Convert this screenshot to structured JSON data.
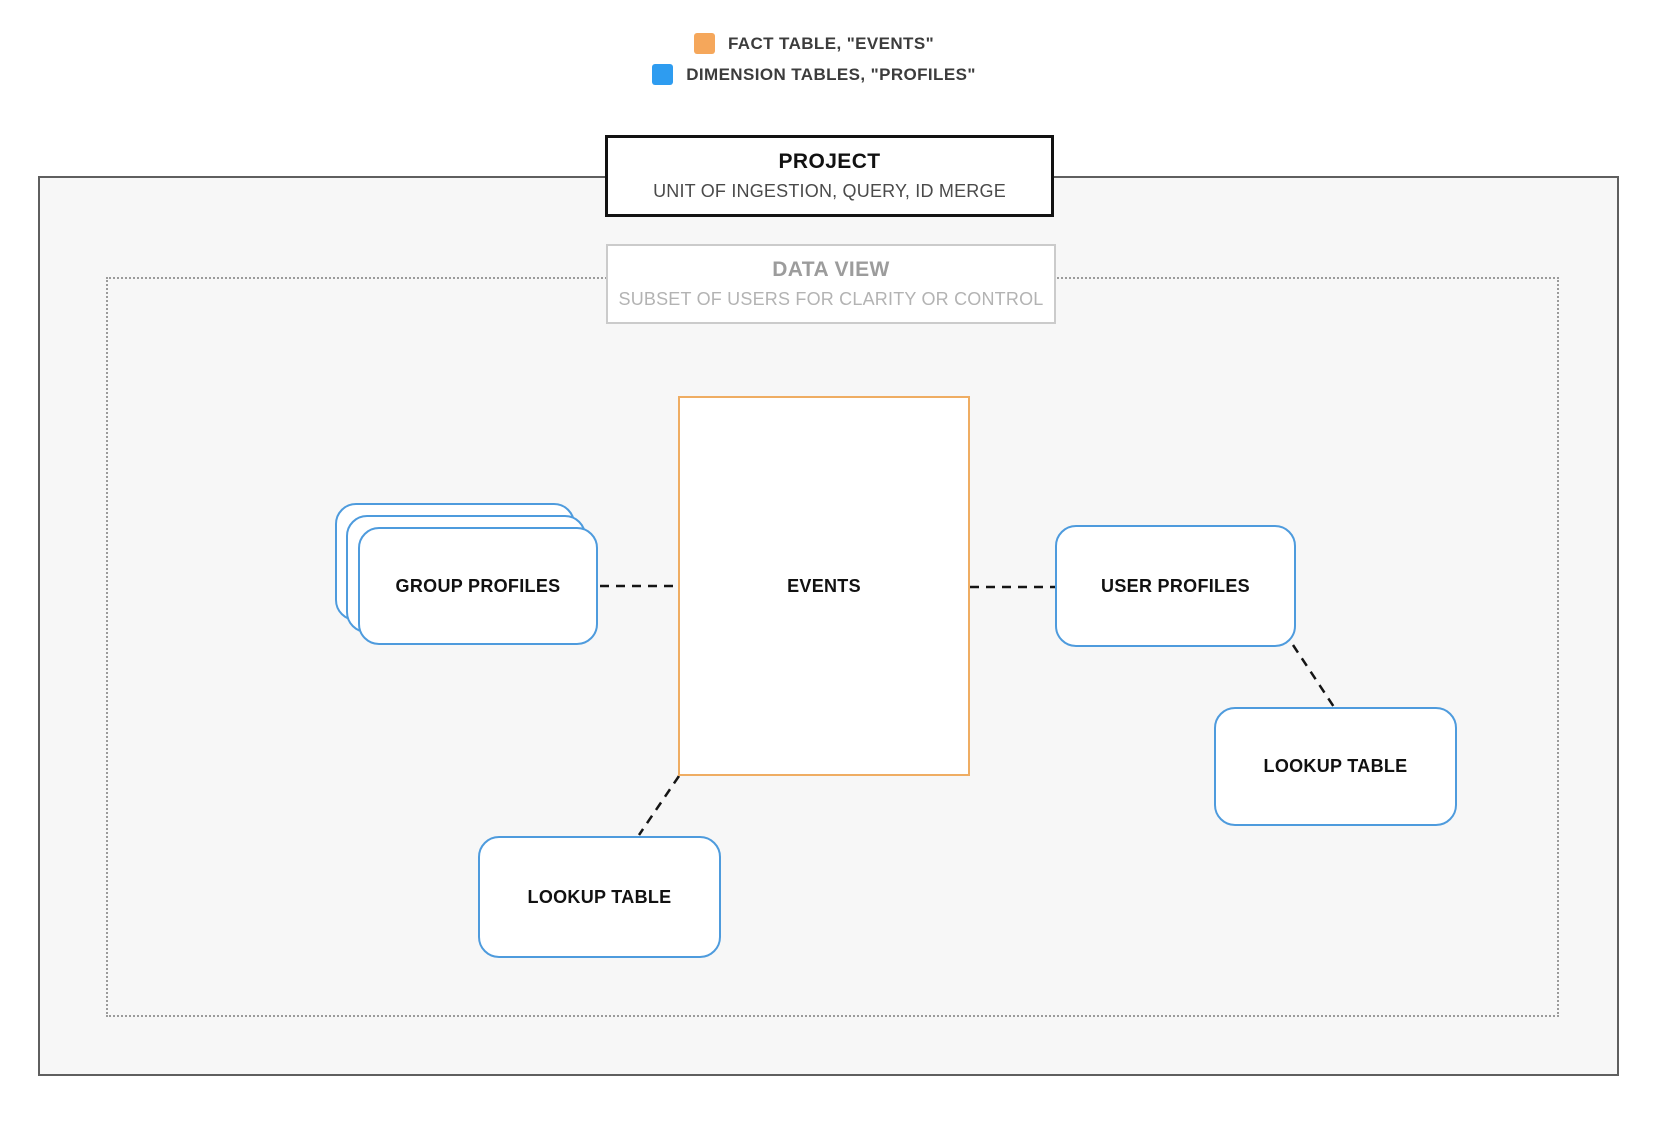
{
  "legend": {
    "items": [
      {
        "id": "fact",
        "label": "FACT TABLE, \"EVENTS\"",
        "swatch_color": "#F5A75B"
      },
      {
        "id": "dimension",
        "label": "DIMENSION TABLES, \"PROFILES\"",
        "swatch_color": "#2E9CF0"
      }
    ]
  },
  "frames": {
    "project": {
      "title": "PROJECT",
      "subtitle": "UNIT OF INGESTION, QUERY, ID MERGE"
    },
    "data_view": {
      "title": "DATA VIEW",
      "subtitle": "SUBSET OF USERS FOR CLARITY OR CONTROL"
    }
  },
  "nodes": {
    "events": {
      "label": "EVENTS",
      "type": "fact"
    },
    "group_profiles": {
      "label": "GROUP PROFILES",
      "type": "dimension",
      "stacked": true
    },
    "user_profiles": {
      "label": "USER PROFILES",
      "type": "dimension"
    },
    "lookup_table_right": {
      "label": "LOOKUP TABLE",
      "type": "dimension"
    },
    "lookup_table_bottom": {
      "label": "LOOKUP TABLE",
      "type": "dimension"
    }
  },
  "colors": {
    "orange_swatch": "#F5A75B",
    "blue_swatch": "#2E9CF0",
    "orange_border": "#EFAD63",
    "blue_border": "#4E9BDD",
    "outer_border": "#5F5F5F",
    "dotted_border": "#9B9B9B",
    "black_border": "#121212",
    "grayblock_border": "#CBCBCB",
    "inner_bg": "#F7F7F7",
    "legend_text": "#3C3C3C",
    "project_sub": "#4A4A4A",
    "gray_title": "#9C9C9C",
    "gray_sub": "#B3B3B3",
    "text_dark": "#111111"
  }
}
